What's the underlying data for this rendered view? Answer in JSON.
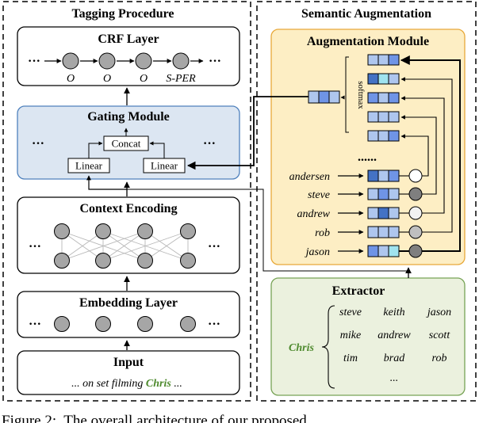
{
  "left_panel": {
    "title": "Tagging Procedure",
    "crf": {
      "title": "CRF Layer",
      "ellipsis_left": "···",
      "ellipsis_right": "···",
      "tags": [
        "O",
        "O",
        "O",
        "S-PER"
      ]
    },
    "gating": {
      "title": "Gating Module",
      "concat": "Concat",
      "linear_left": "Linear",
      "linear_right": "Linear",
      "ellipsis_left": "···",
      "ellipsis_right": "···"
    },
    "context": {
      "title": "Context Encoding",
      "ellipsis_left": "···",
      "ellipsis_right": "···"
    },
    "embedding": {
      "title": "Embedding Layer",
      "ellipsis_left": "···",
      "ellipsis_right": "···"
    },
    "input": {
      "title": "Input",
      "text_before": "... on set filming",
      "highlight": "Chris",
      "text_after": "..."
    }
  },
  "right_panel": {
    "title": "Semantic Augmentation",
    "augmentation": {
      "title": "Augmentation Module",
      "softmax": "softmax",
      "dots": "......",
      "words": [
        "andersen",
        "steve",
        "andrew",
        "rob",
        "jason"
      ]
    },
    "extractor": {
      "title": "Extractor",
      "query": "Chris",
      "candidates": [
        [
          "steve",
          "keith",
          "jason"
        ],
        [
          "mike",
          "andrew",
          "scott"
        ],
        [
          "tim",
          "brad",
          "rob"
        ]
      ],
      "more": "..."
    }
  },
  "caption": "Figure 2:  The overall architecture of our proposed",
  "colors": {
    "gating_fill": "#dce6f2",
    "gating_border": "#4f81bd",
    "aug_fill": "#fdeec4",
    "aug_border": "#e8a93a",
    "extractor_fill": "#ebf1de",
    "extractor_border": "#77a356",
    "node": "#a6a6a6",
    "vec_light": "#aec6ee",
    "vec_mid": "#6f94e6",
    "vec_dark": "#4472c4",
    "vec_cyan": "#9fe3ef",
    "chris_green": "#4e8a2e"
  }
}
